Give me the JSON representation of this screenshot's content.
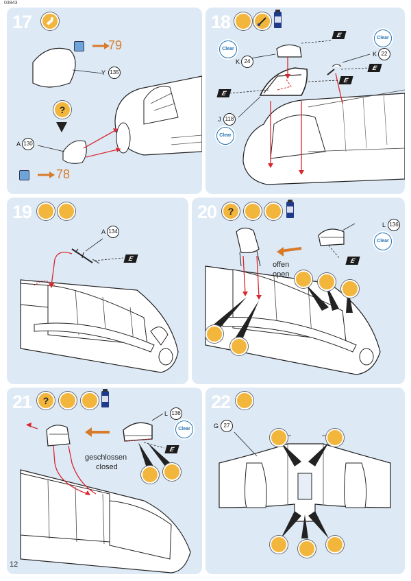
{
  "document": {
    "code": "03943",
    "page_number": "12"
  },
  "steps": {
    "s17": {
      "number": "17",
      "parts": [
        {
          "letter": "Y",
          "number": "135"
        },
        {
          "letter": "A",
          "number": "130"
        }
      ],
      "refs": [
        "79",
        "78"
      ]
    },
    "s18": {
      "number": "18",
      "clear_label": "Clear",
      "e_label": "E",
      "parts": [
        {
          "letter": "K",
          "number": "24"
        },
        {
          "letter": "K",
          "number": "22"
        },
        {
          "letter": "J",
          "number": "118"
        }
      ]
    },
    "s19": {
      "number": "19",
      "e_label": "E",
      "parts": [
        {
          "letter": "A",
          "number": "134"
        }
      ]
    },
    "s20": {
      "number": "20",
      "clear_label": "Clear",
      "e_label": "E",
      "parts": [
        {
          "letter": "L",
          "number": "136"
        }
      ],
      "note_de": "offen",
      "note_en": "open"
    },
    "s21": {
      "number": "21",
      "clear_label": "Clear",
      "e_label": "E",
      "parts": [
        {
          "letter": "L",
          "number": "136"
        }
      ],
      "note_de": "geschlossen",
      "note_en": "closed"
    },
    "s22": {
      "number": "22",
      "parts": [
        {
          "letter": "G",
          "number": "27"
        }
      ]
    }
  },
  "icons": [
    "glue-tube-icon",
    "question-icon",
    "brush-icon",
    "paint-pot-icon",
    "glue-dot-icon",
    "decal-icon",
    "arrow-icon"
  ],
  "colors": {
    "panel": "#dde9f5",
    "accent": "#f3b63d",
    "arrow": "#d9272e",
    "ref": "#d87a2a",
    "clear": "#1f6fb4"
  }
}
